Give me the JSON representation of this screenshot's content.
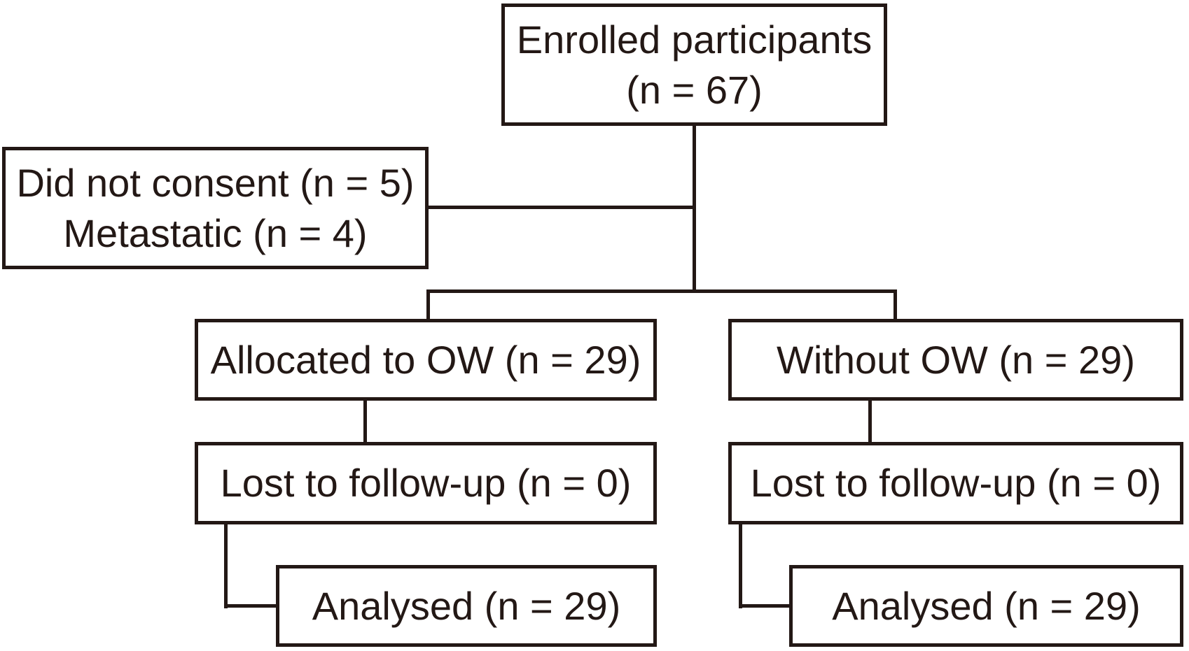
{
  "figure": {
    "type": "consort-flow-diagram",
    "description": "Participant flow diagram"
  },
  "colors": {
    "line": "#231815",
    "text": "#231815",
    "background": "#ffffff"
  },
  "nodes": {
    "enrolled": {
      "line1": "Enrolled participants",
      "line2": "(n = 67)"
    },
    "excluded": {
      "line1": "Did not consent (n = 5)",
      "line2": "Metastatic (n = 4)"
    },
    "allocated_ow": {
      "line1": "Allocated to OW (n = 29)"
    },
    "without_ow": {
      "line1": "Without OW (n = 29)"
    },
    "lost_ow": {
      "line1": "Lost to follow-up (n = 0)"
    },
    "lost_without_ow": {
      "line1": "Lost to follow-up (n = 0)"
    },
    "analysed_ow": {
      "line1": "Analysed (n = 29)"
    },
    "analysed_without_ow": {
      "line1": "Analysed (n = 29)"
    }
  }
}
